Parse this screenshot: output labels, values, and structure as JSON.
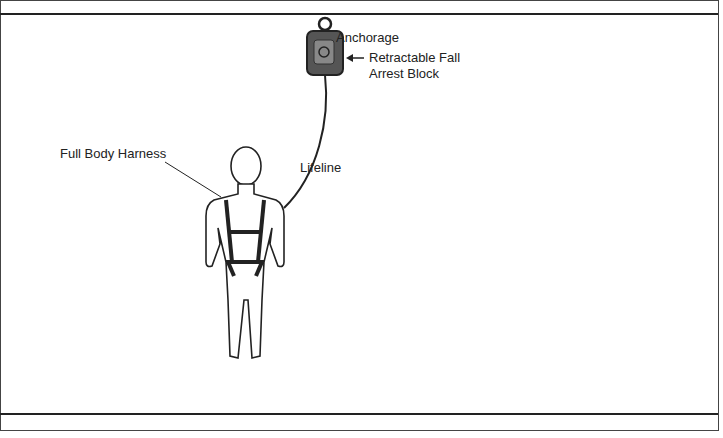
{
  "diagram": {
    "labels": [
      "Anchorage",
      "Retractable Fall Arrest Block",
      "Lifeline",
      "Full Body Harness"
    ]
  }
}
